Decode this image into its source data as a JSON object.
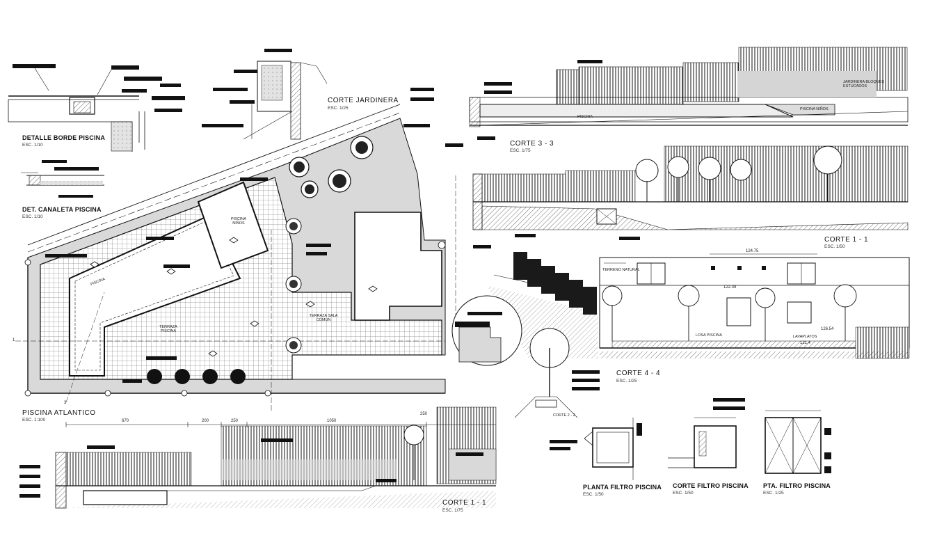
{
  "drawing_titles": {
    "detalle_borde": "DETALLE BORDE PISCINA",
    "detalle_borde_scale": "ESC. 1/10",
    "det_canaleta": "DET. CANALETA PISCINA",
    "det_canaleta_scale": "ESC. 1/10",
    "corte_jardinera": "CORTE JARDINERA",
    "corte_jardinera_scale": "ESC. 1/25",
    "corte_3_3": "CORTE 3 - 3",
    "corte_3_3_scale": "ESC. 1/75",
    "corte_1_1_right": "CORTE 1 - 1",
    "corte_1_1_right_scale": "ESC. 1/50",
    "corte_4_4": "CORTE 4 - 4",
    "corte_4_4_scale": "ESC. 1/25",
    "corte_2_2": "CORTE 2 - 2",
    "piscina_atlantico": "PISCINA ATLANTICO",
    "piscina_atlantico_scale": "ESC. 1:100",
    "corte_1_1_bottom": "CORTE 1 - 1",
    "corte_1_1_bottom_scale": "ESC. 1/75",
    "planta_filtro": "PLANTA FILTRO PISCINA",
    "planta_filtro_scale": "ESC. 1/50",
    "corte_filtro": "CORTE FILTRO PISCINA",
    "corte_filtro_scale": "ESC. 1/50",
    "pta_filtro": "PTA. FILTRO PISCINA",
    "pta_filtro_scale": "ESC. 1/25"
  },
  "plan_labels": {
    "piscina": "PISCINA",
    "piscina_ninos": "PISCINA NIÑOS",
    "terraza_piscina": "TERRAZA PISCINA",
    "terraza_sala_comun": "TERRAZA SALA COMUN",
    "axis_1": "1",
    "axis_3": "3"
  },
  "section_labels": {
    "piscina": "PISCINA",
    "piscina_ninos": "PISCINA NIÑOS",
    "jardinera": "JARDINERA BLOQUES ESTUCADOS",
    "terreno_natural": "TERRENO NATURAL",
    "lavaplatos": "LAVAPLATOS",
    "losa_piscina": "LOSA PISCINA",
    "nivel_1": "124.75",
    "nivel_2": "122.39",
    "nivel_3": "126.54",
    "nivel_4": "121.4"
  },
  "dimensions": {
    "d1": "670",
    "d2": "200",
    "d3": "250",
    "d4": "1050",
    "d5": "250"
  },
  "colors": {
    "ink": "#111111",
    "fill_grey": "#d9d9d9",
    "fill_dark": "#2a2a2a",
    "paper": "#ffffff"
  }
}
